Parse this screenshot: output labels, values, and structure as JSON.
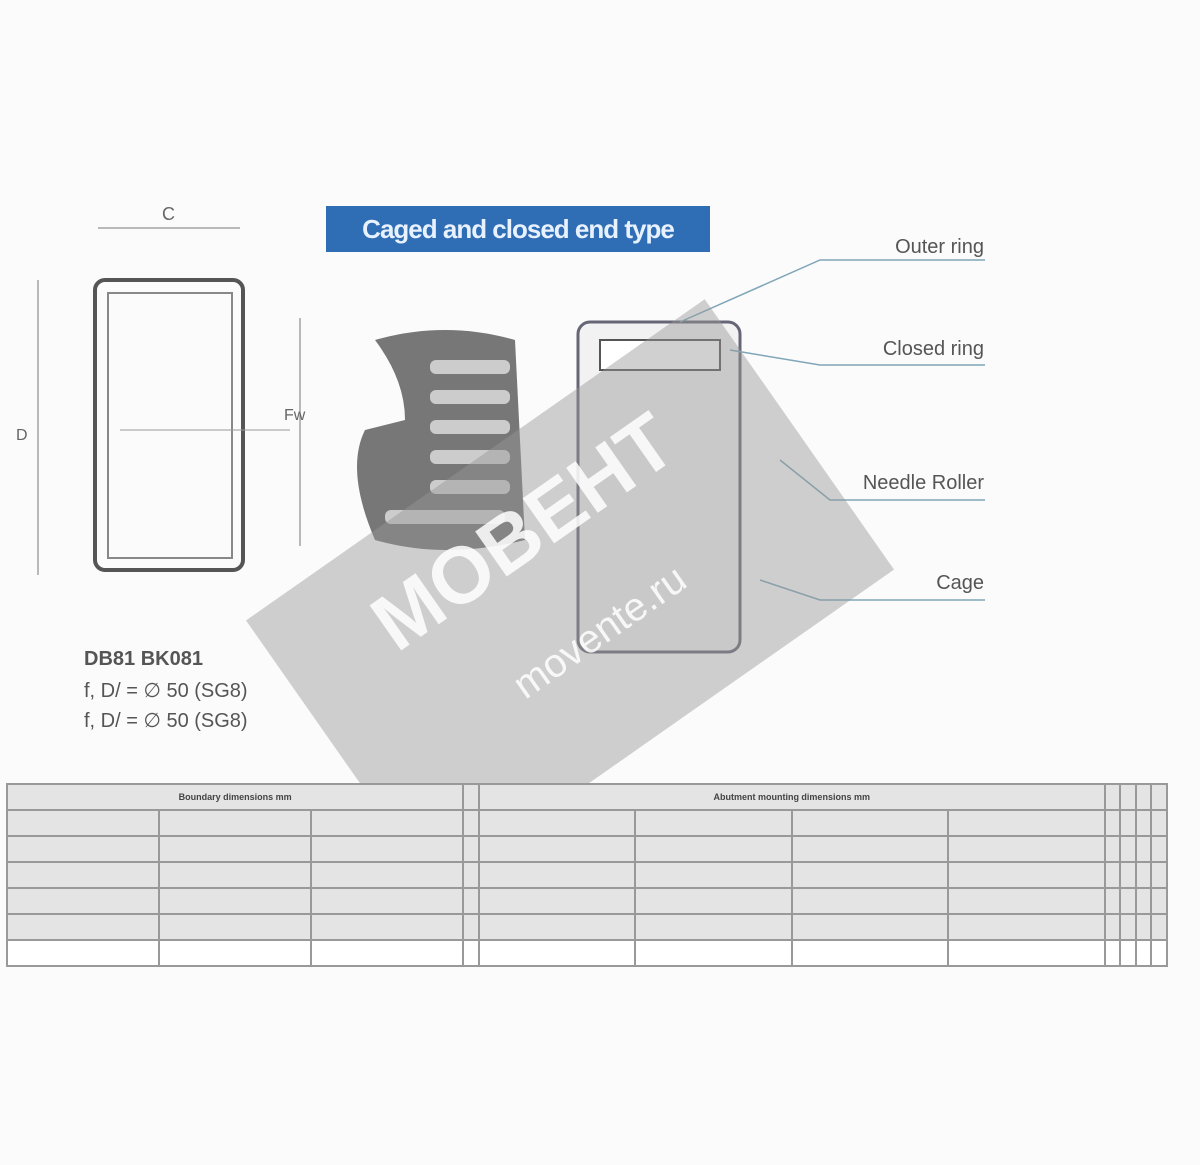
{
  "title": "Caged and closed end type",
  "labels": [
    "Outer ring",
    "Closed ring",
    "Needle Roller",
    "Cage"
  ],
  "left_caption": {
    "line1": "DB81   BK081",
    "line2": "f, D/ = ∅ 50 (SG8)",
    "line3": "f, D/ = ∅ 50 (SG8)"
  },
  "drawing_dims": {
    "C": "C",
    "D": "D",
    "Fw": "Fw"
  },
  "table": {
    "header1": [
      "Boundary dimensions mm",
      "",
      "Abutment mounting dimensions mm",
      "",
      "",
      "",
      ""
    ],
    "rows": [
      [
        "",
        "",
        "",
        "",
        "",
        "",
        "",
        "",
        "",
        "",
        "",
        ""
      ],
      [
        "",
        "",
        "",
        "",
        "",
        "",
        "",
        "",
        "",
        "",
        "",
        ""
      ],
      [
        "",
        "",
        "",
        "",
        "",
        "",
        "",
        "",
        "",
        "",
        "",
        ""
      ],
      [
        "",
        "",
        "",
        "",
        "",
        "",
        "",
        "",
        "",
        "",
        "",
        ""
      ],
      [
        "",
        "",
        "",
        "",
        "",
        "",
        "",
        "",
        "",
        "",
        "",
        ""
      ],
      [
        "",
        "",
        "",
        "",
        "",
        "",
        "",
        "",
        "",
        "",
        "",
        ""
      ]
    ]
  },
  "watermark": {
    "brand": "MOBEHT",
    "site": "movente.ru"
  },
  "colors": {
    "title_bg": "#2f6db5",
    "leader_lines": "#7fa6b8"
  }
}
